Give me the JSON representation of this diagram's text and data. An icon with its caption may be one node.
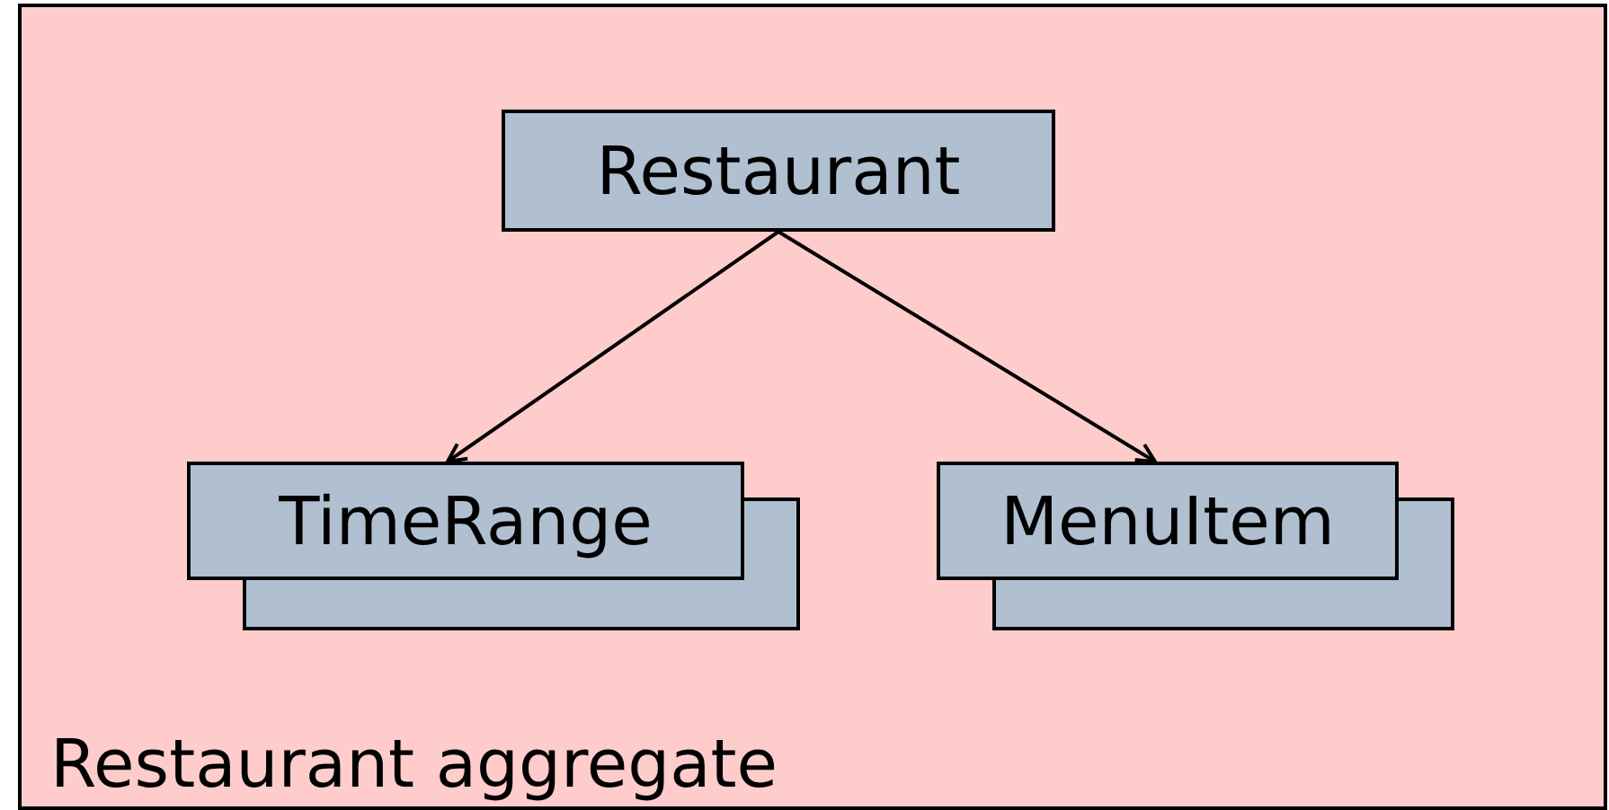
{
  "diagram": {
    "nodes": [
      {
        "text": [
          "Restaurant aggregate"
        ]
      },
      {
        "text": [
          "Restaurant"
        ],
        "in": 0
      },
      {
        "text": [
          "TimeRange"
        ],
        "in": 0
      },
      {
        "text": [
          "MenuItem"
        ],
        "in": 0
      }
    ],
    "edges": [
      {
        "from": 1,
        "to": 2,
        "arrow": "to"
      },
      {
        "from": 1,
        "to": 3,
        "arrow": "to"
      }
    ]
  }
}
